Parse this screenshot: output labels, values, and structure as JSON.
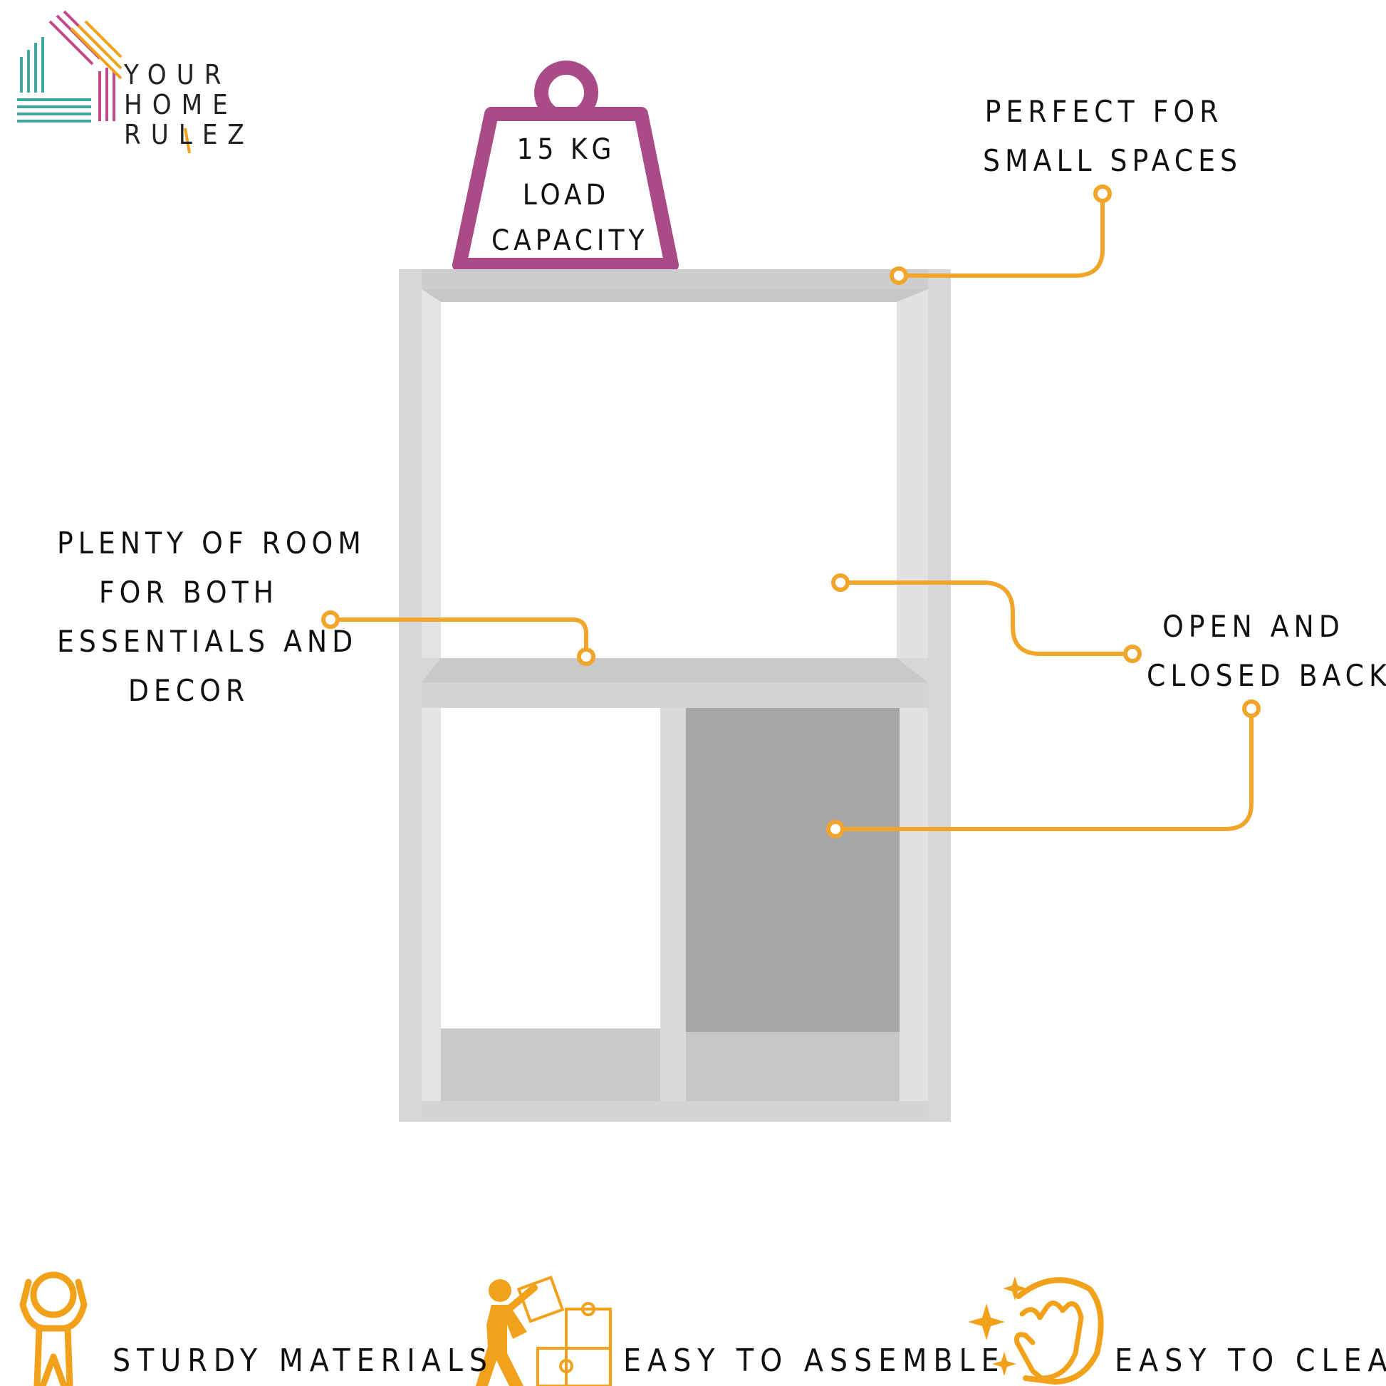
{
  "brand": {
    "logo_lines": [
      "YOUR",
      "HOME",
      "RULEZ"
    ],
    "colors": {
      "teal": "#3fa8a0",
      "pink": "#c04a8a",
      "orange": "#f1a21a"
    }
  },
  "weight_badge": {
    "icon": "weight-icon",
    "lines": [
      "15 KG",
      "LOAD",
      "CAPACITY"
    ],
    "color": "#a94b86"
  },
  "callouts": {
    "small_spaces": [
      "PERFECT FOR",
      "SMALL SPACES"
    ],
    "plenty_room": [
      "PLENTY OF ROOM",
      "FOR BOTH",
      "ESSENTIALS AND",
      "DECOR"
    ],
    "open_closed": [
      "OPEN AND",
      "CLOSED BACK"
    ],
    "line_color": "#f1a52b"
  },
  "features": [
    {
      "icon": "strong-person-icon",
      "label": "STURDY MATERIALS"
    },
    {
      "icon": "puzzle-assemble-icon",
      "label": "EASY TO ASSEMBLE"
    },
    {
      "icon": "clean-hand-icon",
      "label": "EASY TO CLEAN"
    }
  ]
}
